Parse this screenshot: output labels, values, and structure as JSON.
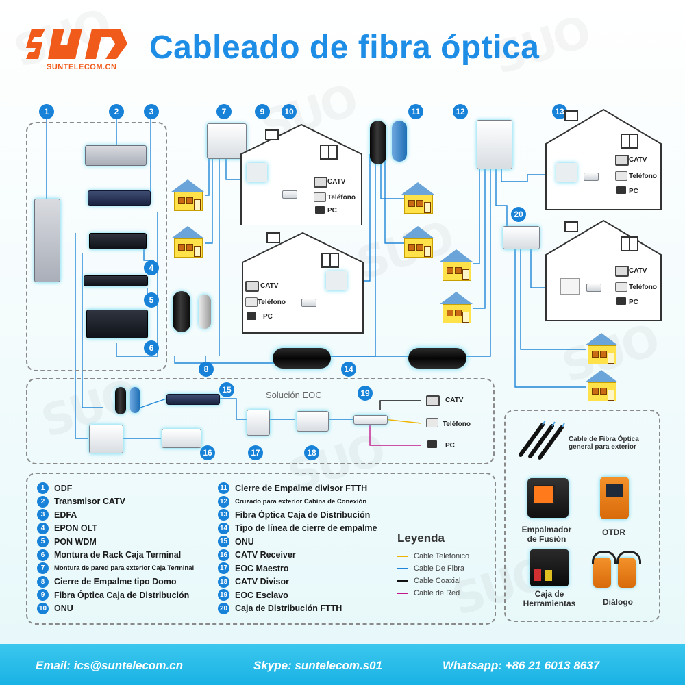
{
  "header": {
    "logo_site": "SUNTELECOM.CN",
    "title": "Cableado de fibra óptica"
  },
  "eoc_label": "Solución EOC",
  "house_labels": {
    "catv": "CATV",
    "telefono": "Teléfono",
    "pc": "PC"
  },
  "items": [
    {
      "n": "1",
      "label": "ODF"
    },
    {
      "n": "2",
      "label": "Transmisor CATV"
    },
    {
      "n": "3",
      "label": "EDFA"
    },
    {
      "n": "4",
      "label": "EPON OLT"
    },
    {
      "n": "5",
      "label": "PON WDM"
    },
    {
      "n": "6",
      "label": "Montura de Rack Caja Terminal"
    },
    {
      "n": "7",
      "label": "Montura de pared para exterior Caja Terminal"
    },
    {
      "n": "8",
      "label": "Cierre de Empalme tipo Domo"
    },
    {
      "n": "9",
      "label": "Fibra Óptica  Caja de Distribución"
    },
    {
      "n": "10",
      "label": "ONU"
    },
    {
      "n": "11",
      "label": "Cierre de Empalme divisor FTTH"
    },
    {
      "n": "12",
      "label": "Cruzado para exterior Cabina de Conexión"
    },
    {
      "n": "13",
      "label": "Fibra Óptica  Caja de Distribución"
    },
    {
      "n": "14",
      "label": "Tipo de línea de cierre de empalme"
    },
    {
      "n": "15",
      "label": "ONU"
    },
    {
      "n": "16",
      "label": "CATV Receiver"
    },
    {
      "n": "17",
      "label": "EOC Maestro"
    },
    {
      "n": "18",
      "label": "CATV Divisor"
    },
    {
      "n": "19",
      "label": "EOC Esclavo"
    },
    {
      "n": "20",
      "label": "Caja de Distribución FTTH"
    }
  ],
  "legend": {
    "title": "Leyenda",
    "entries": [
      {
        "label": "Cable Telefonico",
        "color": "#f0b400"
      },
      {
        "label": "Cable De Fibra",
        "color": "#1f86d8"
      },
      {
        "label": "Cable Coaxial",
        "color": "#111111"
      },
      {
        "label": "Cable de Red",
        "color": "#c2188a"
      }
    ]
  },
  "tools": {
    "cable": "Cable de Fibra Óptica general para exterior",
    "cable_line1": "Cable de Fibra Óptica",
    "cable_line2": "general para exterior",
    "splicer_line1": "Empalmador",
    "splicer_line2": "de Fusión",
    "otdr": "OTDR",
    "toolbox_line1": "Caja de",
    "toolbox_line2": "Herramientas",
    "dialog": "Diálogo"
  },
  "footer": {
    "email": "Email: ics@suntelecom.cn",
    "skype": "Skype: suntelecom.s01",
    "whatsapp": "Whatsapp: +86 21 6013 8637"
  },
  "colors": {
    "title": "#1d8de6",
    "brand": "#f05a1a",
    "fiber": "#1f86d8",
    "footer": "#29bde9"
  }
}
